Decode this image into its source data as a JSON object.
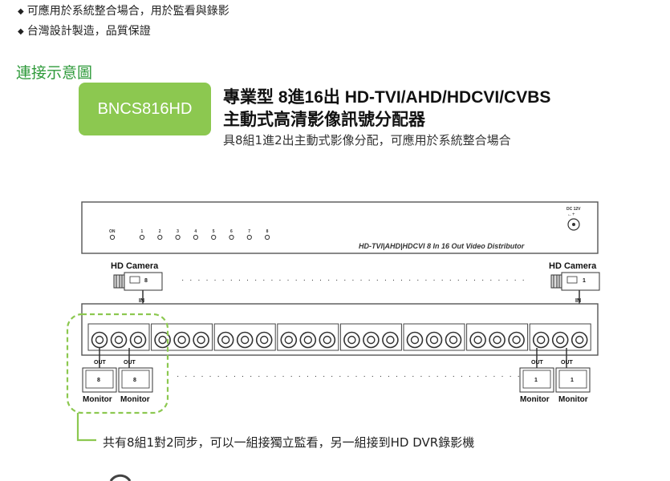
{
  "bullets": [
    "可應用於系統整合場合，用於監看與錄影",
    "台灣設計製造，品質保證"
  ],
  "section_title": "連接示意圖",
  "product": {
    "model": "BNCS816HD",
    "title_line1": "專業型 8進16出 HD-TVI/AHD/HDCVI/CVBS",
    "title_line2": "主動式高清影像訊號分配器",
    "subtitle": "具8組1進2出主動式影像分配，可應用於系統整合場合"
  },
  "diagram": {
    "device_model_text": "HD-TVI|AHD|HDCVI  8 In 16 Out Video Distributor",
    "power_label": "ON",
    "channel_numbers": [
      "1",
      "2",
      "3",
      "4",
      "5",
      "6",
      "7",
      "8"
    ],
    "dc_label": "DC 12V",
    "camera_label": "HD Camera",
    "camera_left_num": "8",
    "camera_right_num": "1",
    "in_label": "IN",
    "out_label": "OUT",
    "monitor_label": "Monitor",
    "monitor_left_num": "8",
    "monitor_right_num": "1",
    "accent_color": "#8cc850"
  },
  "caption": "共有8組1對2同步，可以一組接獨立監看，另一組接到HD DVR錄影機"
}
